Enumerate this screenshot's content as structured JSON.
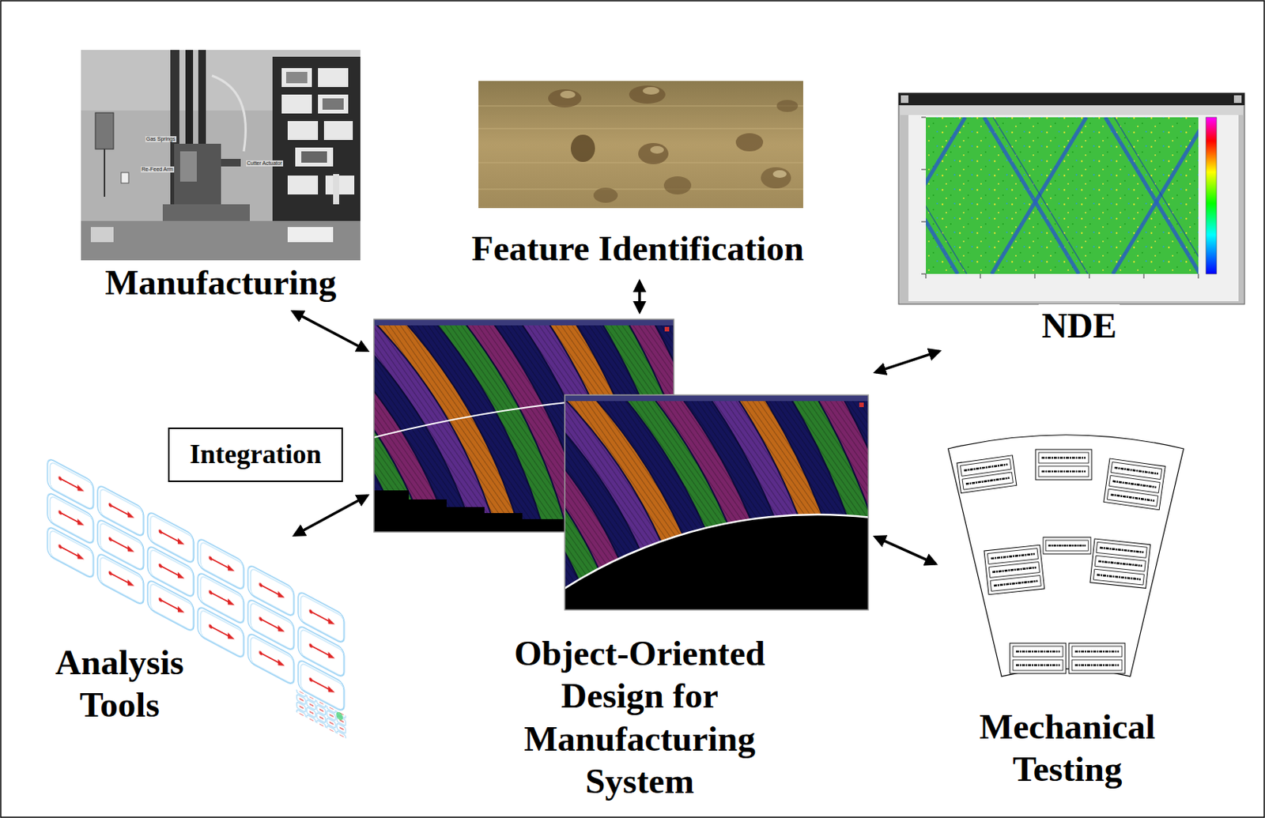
{
  "diagram": {
    "nodes": [
      {
        "text": [
          "Manufacturing"
        ]
      },
      {
        "text": [
          "Feature Identification"
        ]
      },
      {
        "text": [
          "NDE"
        ]
      },
      {
        "text": [
          "Integration"
        ]
      },
      {
        "text": [
          "Object-Oriented Design for Manufacturing System"
        ]
      },
      {
        "text": [
          "Analysis Tools"
        ]
      },
      {
        "text": [
          "Mechanical Testing"
        ]
      }
    ],
    "edges": [
      {
        "from": 4,
        "to": 0,
        "arrow": "both"
      },
      {
        "from": 4,
        "to": 1,
        "arrow": "both"
      },
      {
        "from": 4,
        "to": 2,
        "arrow": "both"
      },
      {
        "from": 4,
        "to": 5,
        "arrow": "both"
      },
      {
        "from": 4,
        "to": 6,
        "arrow": "both"
      }
    ],
    "labels": [
      "Gas Springs",
      "Re-Feed Arm",
      "Cutter Actuator"
    ]
  }
}
